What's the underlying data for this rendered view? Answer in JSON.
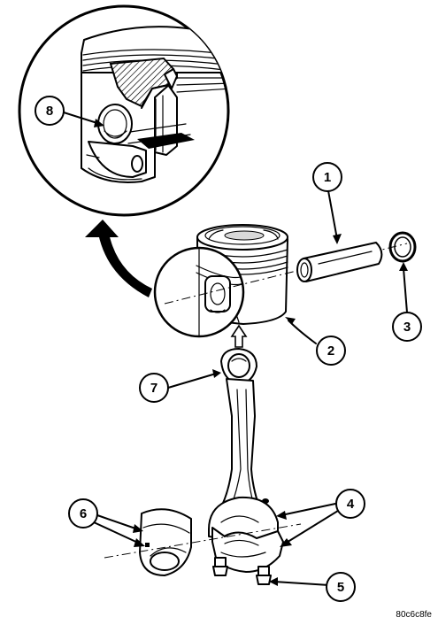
{
  "figure": {
    "code": "80c6c8fe",
    "callouts": [
      {
        "label": "1",
        "part": "piston-pin"
      },
      {
        "label": "2",
        "part": "piston"
      },
      {
        "label": "3",
        "part": "retaining-clip"
      },
      {
        "label": "4",
        "part": "connecting-rod-cap"
      },
      {
        "label": "5",
        "part": "cap-bolt"
      },
      {
        "label": "6",
        "part": "bearing-shell"
      },
      {
        "label": "7",
        "part": "connecting-rod"
      },
      {
        "label": "8",
        "part": "pin-bore-detail"
      }
    ]
  }
}
